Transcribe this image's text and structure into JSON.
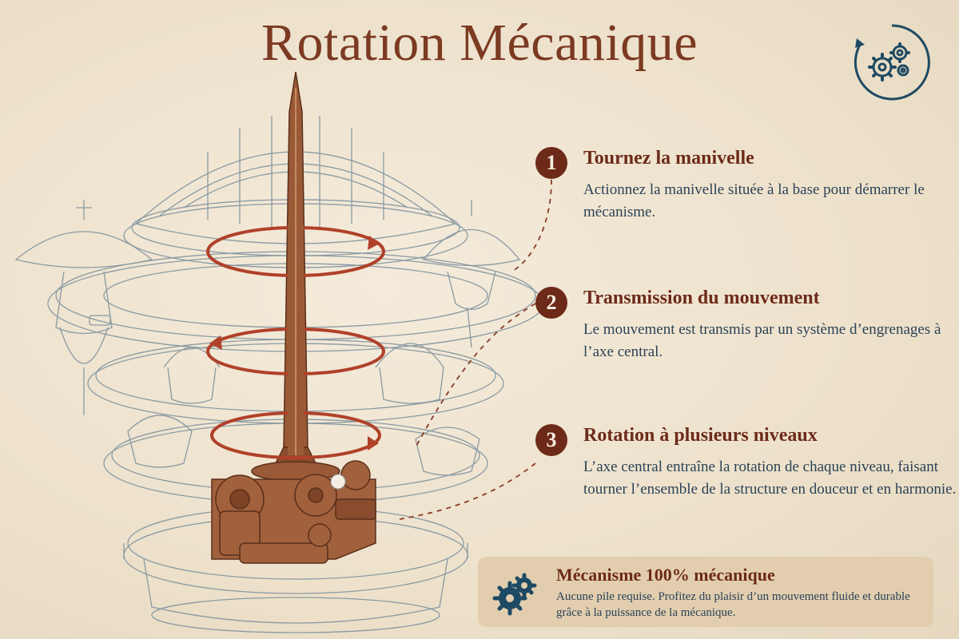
{
  "title": "Rotation Mécanique",
  "icons": {
    "corner": "gears-rotation-icon",
    "note": "gears-icon"
  },
  "colors": {
    "background": "#efe4d0",
    "accent": "#7c3a22",
    "number_badge": "#6d2a19",
    "text_blue": "#2b4257",
    "wood": "#9a5a37",
    "sketch": "#7d8e98",
    "note_bg": "#e2ceaf"
  },
  "steps": [
    {
      "number": "1",
      "title": "Tournez la manivelle",
      "description": "Actionnez la manivelle située à la base pour démarrer le mécanisme."
    },
    {
      "number": "2",
      "title": "Transmission du mouvement",
      "description": "Le mouvement est transmis par un système d’engrenages à l’axe central."
    },
    {
      "number": "3",
      "title": "Rotation à plusieurs niveaux",
      "description": "L’axe central entraîne la rotation de chaque niveau, faisant tourner l’ensemble de la structure en douceur et en harmonie."
    }
  ],
  "note": {
    "title": "Mécanisme 100% mécanique",
    "description": "Aucune pile requise. Profitez du plaisir d’un mouvement fluide et durable grâce à la puissance de la mécanique."
  }
}
